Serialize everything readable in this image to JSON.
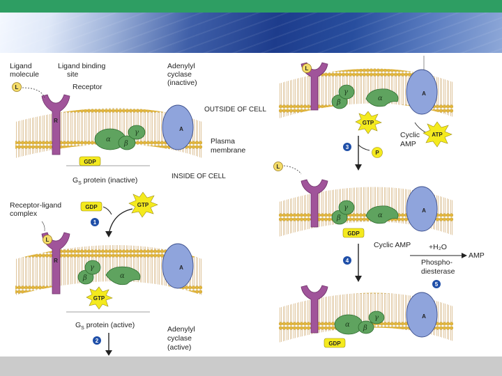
{
  "slide": {
    "header_color": "#2e9e63",
    "footer_color": "#cbcbcb"
  },
  "diagram": {
    "labels": {
      "ligand_molecule": [
        "Ligand",
        "molecule"
      ],
      "ligand_binding_site": [
        "Ligand binding",
        "site"
      ],
      "receptor": "Receptor",
      "adenylyl_cyclase_inactive": [
        "Adenylyl",
        "cyclase",
        "(inactive)"
      ],
      "outside_of_cell": "OUTSIDE OF CELL",
      "plasma_membrane": [
        "Plasma",
        "membrane"
      ],
      "inside_of_cell": "INSIDE OF CELL",
      "gs_inactive": "G",
      "gs_inactive_sub": "S",
      "gs_inactive_rest": " protein (inactive)",
      "receptor_ligand_complex": [
        "Receptor-ligand",
        "complex"
      ],
      "gs_active": "G",
      "gs_active_sub": "S",
      "gs_active_rest": " protein (active)",
      "adenylyl_cyclase_active": [
        "Adenylyl",
        "cyclase",
        "(active)"
      ],
      "cyclic_amp_side": [
        "Cyclic",
        "AMP"
      ],
      "cyclic_amp": "Cyclic AMP",
      "h2o": "+H₂O",
      "amp": "AMP",
      "phosphodiesterase": [
        "Phospho-",
        "diesterase"
      ]
    },
    "molecules": {
      "gdp": "GDP",
      "gtp": "GTP",
      "atp": "ATP",
      "p": "P",
      "ligand": "L",
      "receptor_r": "R",
      "cyclase_a": "A",
      "alpha": "α",
      "beta": "β",
      "gamma": "γ"
    },
    "steps": [
      "1",
      "2",
      "3",
      "4",
      "5"
    ],
    "colors": {
      "receptor": "#a0549a",
      "g_protein": "#5fa35f",
      "cyclase": "#8fa4dc",
      "lipid_head": "#e3b63c",
      "gtp_burst": "#f4ea1e",
      "gdp_badge": "#f4ea1e",
      "ligand": "#f4dc6a",
      "step_badge": "#1f4fa8"
    }
  }
}
